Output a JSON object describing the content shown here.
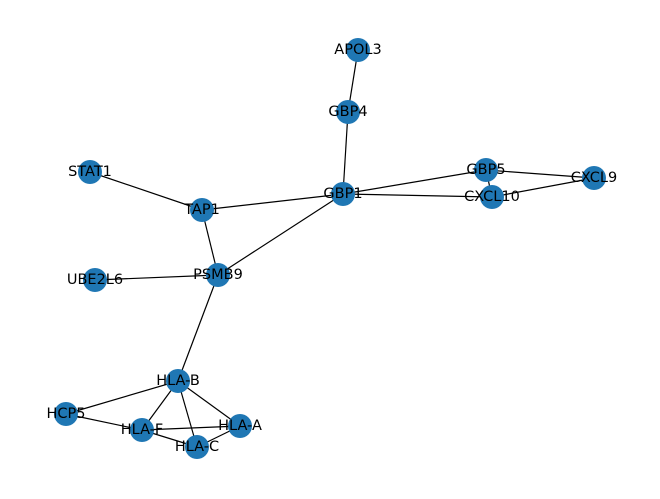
{
  "graph": {
    "node_color": "#1f77b4",
    "edge_color": "#000000",
    "nodes": [
      "APOL3",
      "GBP4",
      "STAT1",
      "GBP5",
      "CXCL9",
      "GBP1",
      "CXCL10",
      "TAP1",
      "UBE2L6",
      "PSMB9",
      "HLA-B",
      "HCP5",
      "HLA-F",
      "HLA-A",
      "HLA-C"
    ],
    "edges": [
      [
        "APOL3",
        "GBP4"
      ],
      [
        "GBP4",
        "GBP1"
      ],
      [
        "STAT1",
        "TAP1"
      ],
      [
        "TAP1",
        "GBP1"
      ],
      [
        "GBP1",
        "GBP5"
      ],
      [
        "GBP1",
        "CXCL10"
      ],
      [
        "GBP5",
        "CXCL9"
      ],
      [
        "CXCL9",
        "CXCL10"
      ],
      [
        "GBP5",
        "CXCL10"
      ],
      [
        "TAP1",
        "PSMB9"
      ],
      [
        "PSMB9",
        "GBP1"
      ],
      [
        "UBE2L6",
        "PSMB9"
      ],
      [
        "PSMB9",
        "HLA-B"
      ],
      [
        "HLA-B",
        "HCP5"
      ],
      [
        "HCP5",
        "HLA-F"
      ],
      [
        "HLA-B",
        "HLA-F"
      ],
      [
        "HLA-B",
        "HLA-C"
      ],
      [
        "HLA-B",
        "HLA-A"
      ],
      [
        "HLA-F",
        "HLA-A"
      ],
      [
        "HLA-F",
        "HLA-C"
      ],
      [
        "HLA-C",
        "HLA-A"
      ]
    ]
  }
}
